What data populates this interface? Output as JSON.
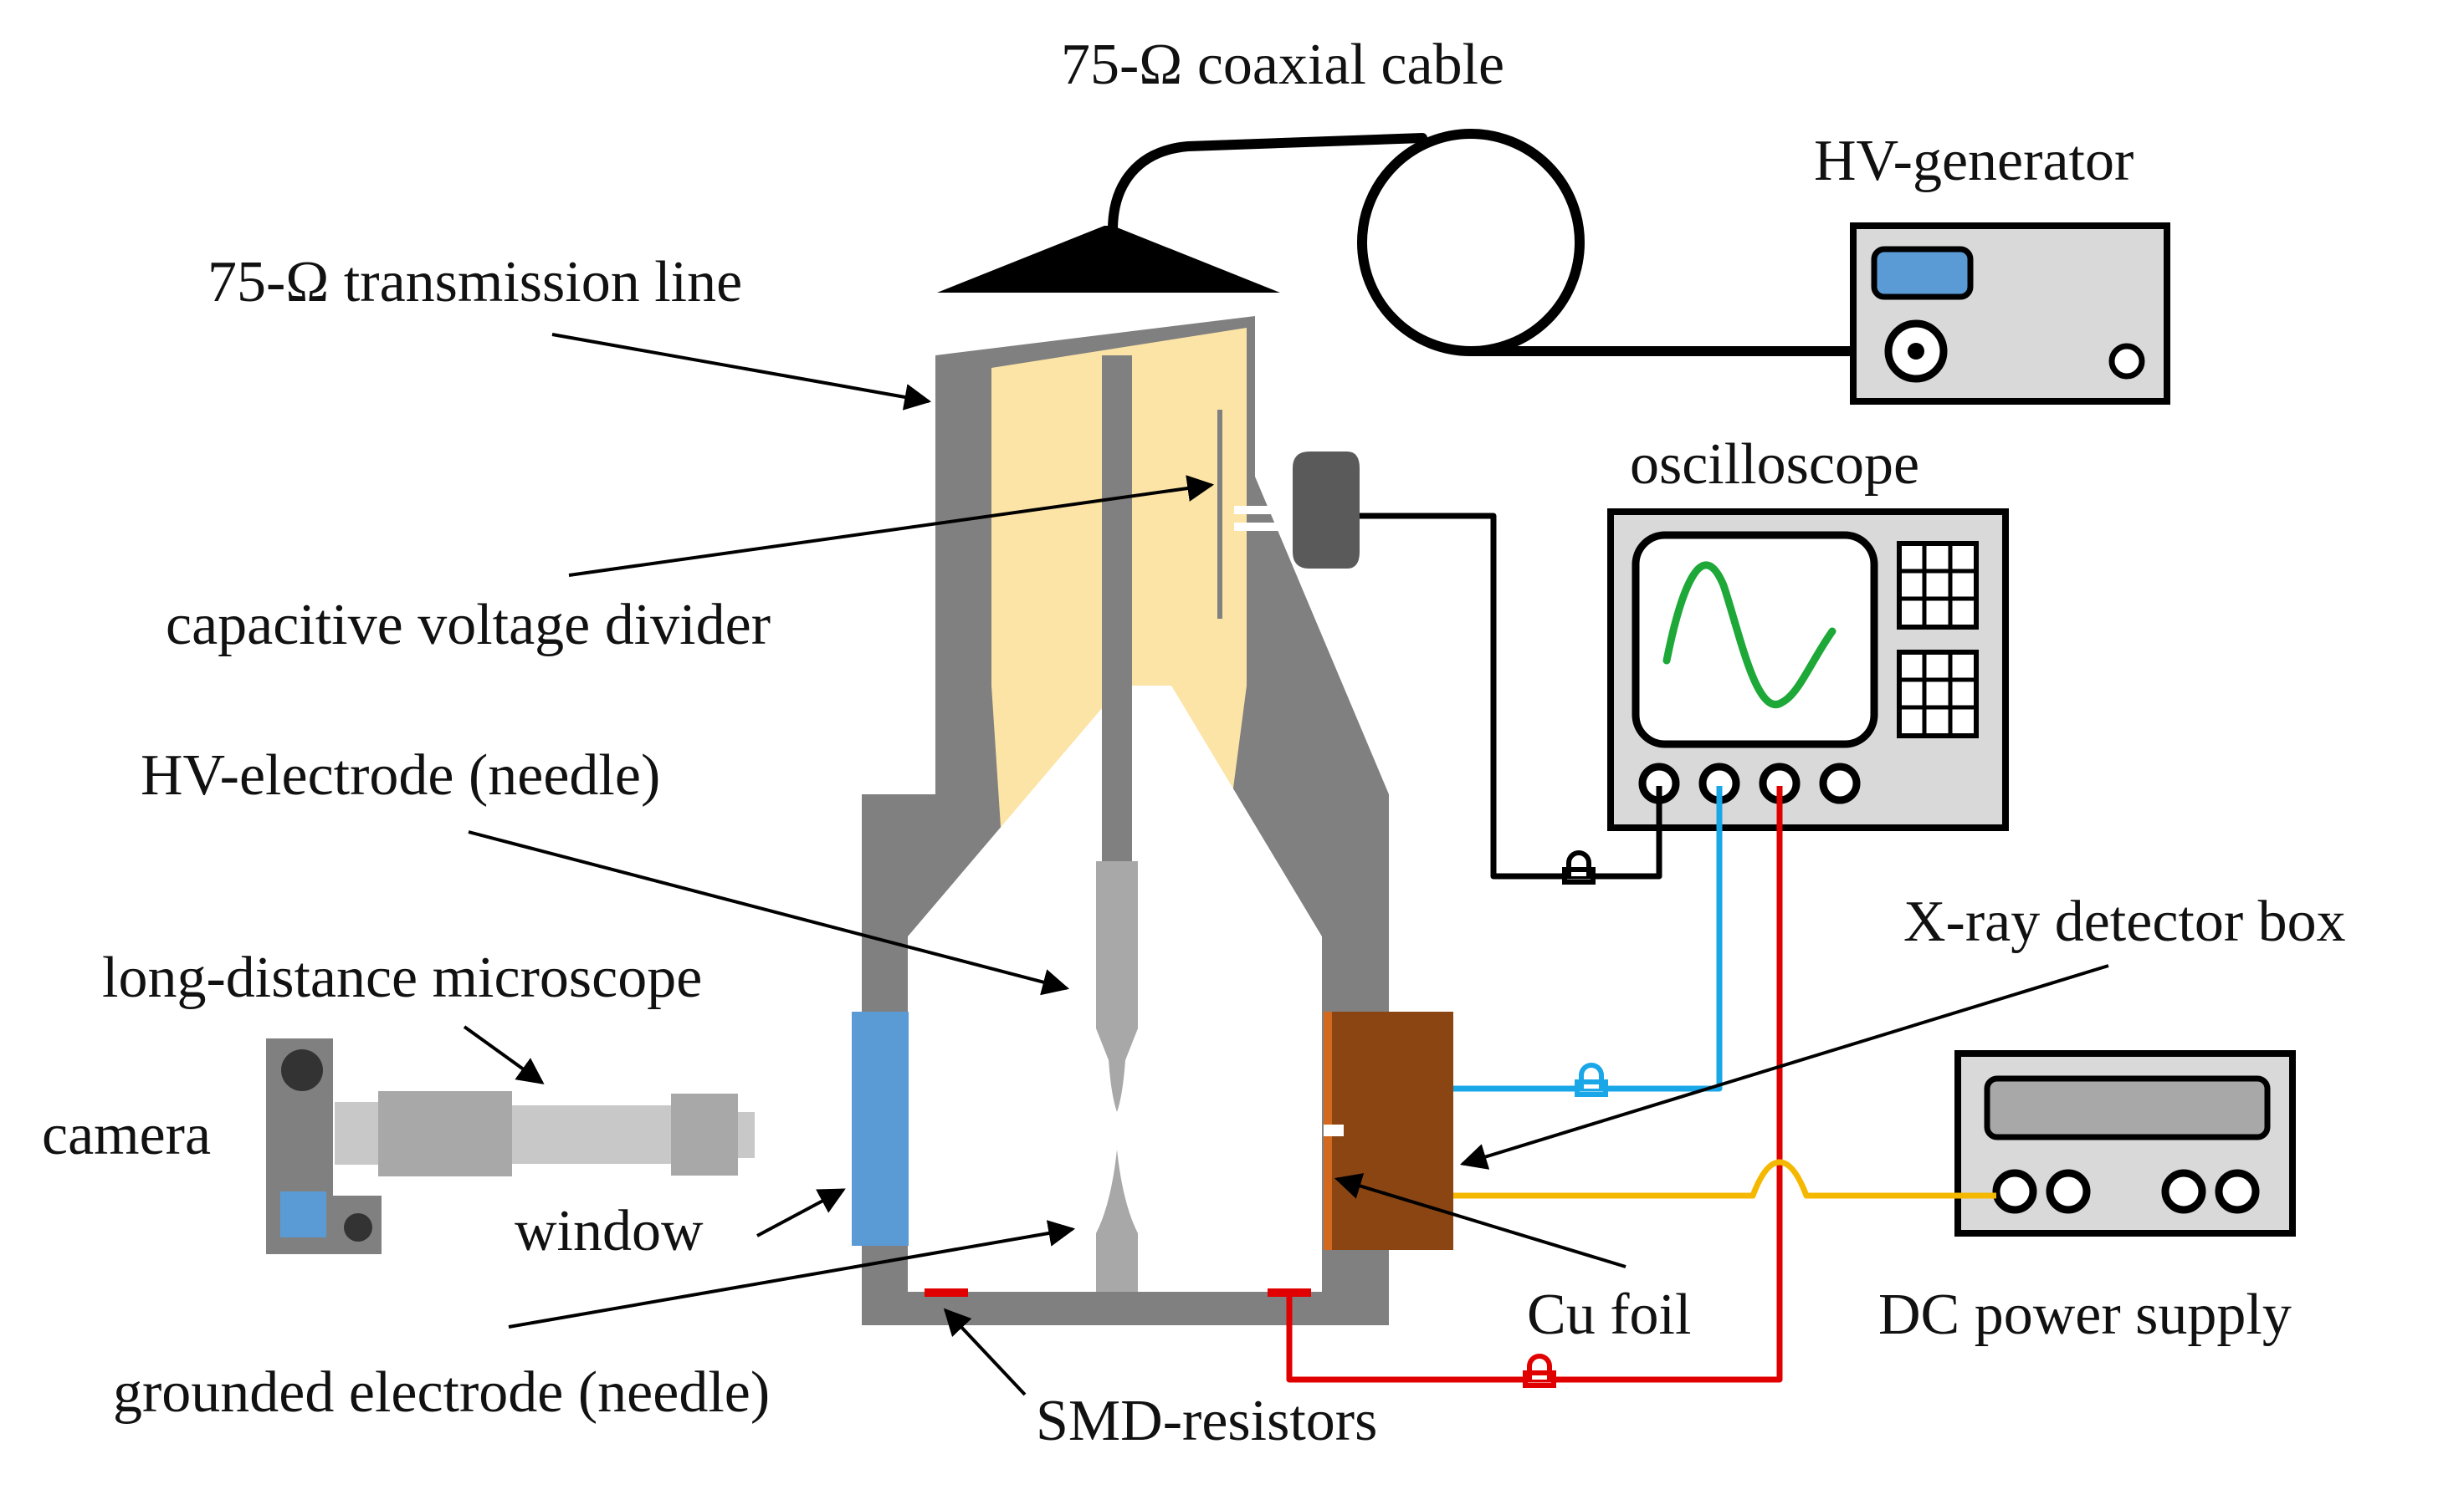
{
  "labels": {
    "coax_cable": "75-Ω coaxial cable",
    "hv_generator": "HV-generator",
    "transmission_line": "75-Ω transmission line",
    "oscilloscope": "oscilloscope",
    "capacitive_divider": "capacitive voltage divider",
    "hv_electrode": "HV-electrode (needle)",
    "xray_box": "X-ray detector box",
    "microscope": "long-distance microscope",
    "camera": "camera",
    "window": "window",
    "cu_foil": "Cu foil",
    "dc_supply": "DC power supply",
    "grounded_electrode": "grounded electrode (needle)",
    "smd_resistors": "SMD-resistors"
  },
  "colors": {
    "chamber_wall": "#808080",
    "dielectric": "#FCE4A6",
    "window": "#5B9BD5",
    "detector_box": "#8B4513",
    "cu_foil": "#D2691E",
    "smd_resistor": "#E00000",
    "scope_trace": "#1EA838",
    "blue_wire": "#1AA7E8",
    "red_wire": "#E00000",
    "yellow_wire": "#F5B800",
    "device_panel": "#D9D9D9"
  }
}
